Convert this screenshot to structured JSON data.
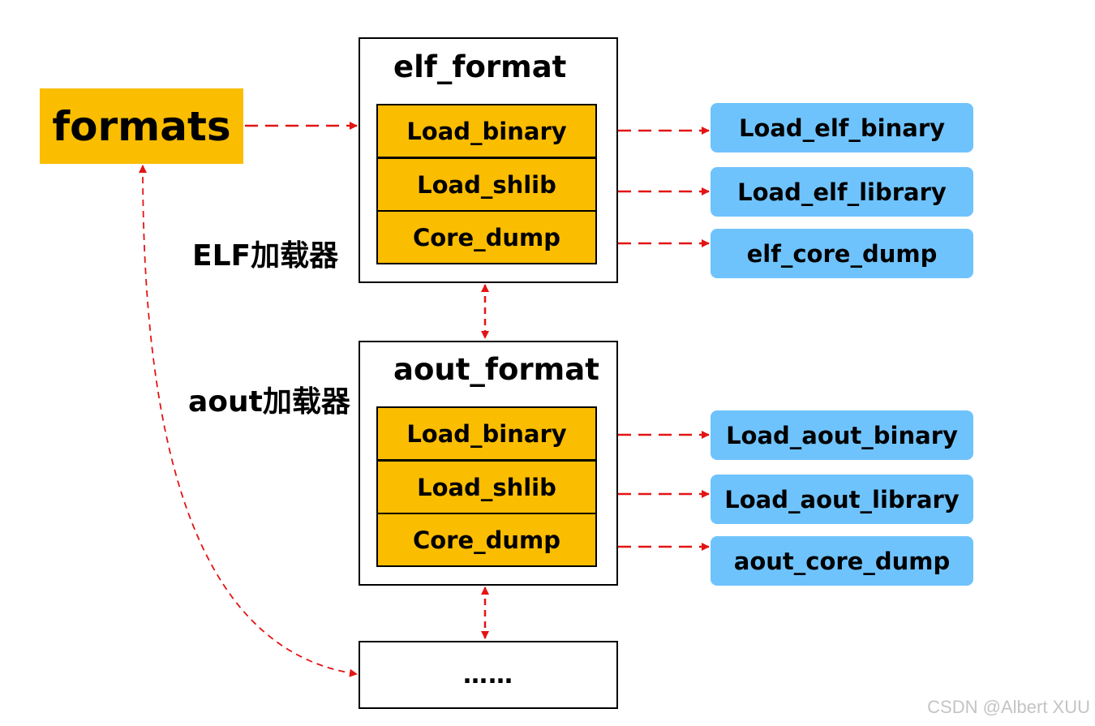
{
  "head": {
    "label": "formats"
  },
  "loaders": [
    {
      "struct_name": "elf_format",
      "loader_label": "ELF加载器",
      "slots": [
        "Load_binary",
        "Load_shlib",
        "Core_dump"
      ],
      "impls": [
        "Load_elf_binary",
        "Load_elf_library",
        "elf_core_dump"
      ]
    },
    {
      "struct_name": "aout_format",
      "loader_label": "aout加载器",
      "slots": [
        "Load_binary",
        "Load_shlib",
        "Core_dump"
      ],
      "impls": [
        "Load_aout_binary",
        "Load_aout_library",
        "aout_core_dump"
      ]
    }
  ],
  "more": {
    "label": "……"
  },
  "watermark": "CSDN @Albert XUU",
  "colors": {
    "slot_fill": "#fbbd00",
    "impl_fill": "#6fc3fd",
    "arrow": "#e31414"
  }
}
